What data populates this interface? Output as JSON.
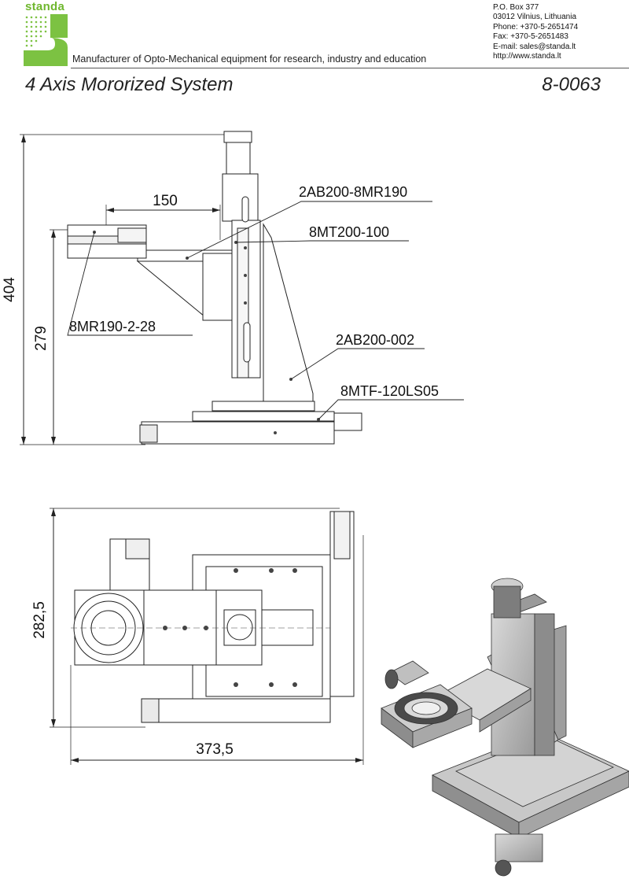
{
  "header": {
    "brand": "standa",
    "tagline": "Manufacturer of Opto-Mechanical equipment for research, industry and education",
    "contact": {
      "po_box": "P.O. Box 377",
      "address": "03012 Vilnius, Lithuania",
      "phone": "Phone: +370-5-2651474",
      "fax": "Fax: +370-5-2651483",
      "email": "E-mail: sales@standa.lt",
      "web": "http://www.standa.lt"
    },
    "brand_color": "#6fb72e"
  },
  "document": {
    "title": "4 Axis Mororized System",
    "number": "8-0063"
  },
  "side_view": {
    "dim_height_total": "404",
    "dim_height_table": "279",
    "dim_offset": "150",
    "labels": {
      "adapter_plate": "2AB200-8MR190",
      "vertical_stage": "8MT200-100",
      "rotation_stage": "8MR190-2-28",
      "bracket": "2AB200-002",
      "base_stage": "8MTF-120LS05"
    }
  },
  "top_view": {
    "dim_width": "373,5",
    "dim_depth": "282,5"
  }
}
